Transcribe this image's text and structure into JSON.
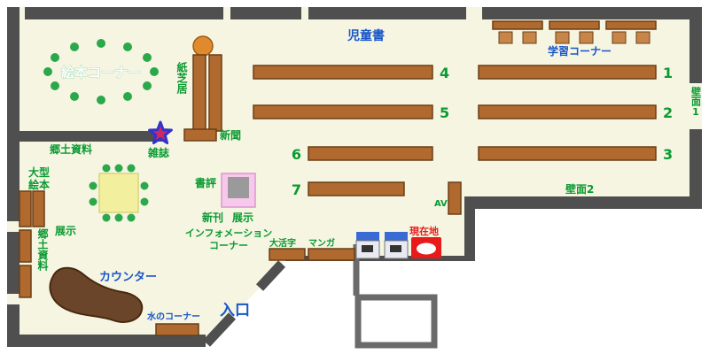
{
  "map": {
    "labels": {
      "children_books": "児童書",
      "study_corner": "学習コーナー",
      "picture_book_corner": "絵本コーナー",
      "kamishibai": "紙芝居",
      "newspaper": "新聞",
      "magazines": "雑誌",
      "local_materials_upper": "郷土資料",
      "large_picture_books_l1": "大型",
      "large_picture_books_l2": "絵本",
      "exhibit_left": "展示",
      "local_materials_side": "郷土資料",
      "counter": "カウンター",
      "water_corner": "水のコーナー",
      "entrance": "入口",
      "book_review": "書評",
      "new_arrivals": "新刊",
      "new_arrivals_exhibit": "展示",
      "information_l1": "インフォメーション",
      "information_l2": "コーナー",
      "large_print": "大活字",
      "manga": "マンガ",
      "av": "AV",
      "wall_1": "壁面1",
      "wall_2": "壁面2",
      "current_location": "現在地"
    },
    "shelf_numbers": [
      "1",
      "2",
      "3",
      "4",
      "5",
      "6",
      "7"
    ],
    "colors": {
      "floor": "#f5f5e2",
      "wall": "#4f4f4f",
      "shelf_brown": "#b06a30",
      "green_label": "#0a9a32",
      "blue_label": "#1a56c8",
      "red_label": "#e81a1a",
      "chair_dot_green": "#2aa84a",
      "table_yellow": "#f2ef9e",
      "exhibit_pink": "#f8c8ec",
      "counter_brown": "#6b452a",
      "round_table_orange": "#e08a2e",
      "marker_star_fill": "#d02860",
      "marker_star_stroke": "#3333cc",
      "machine_blue": "#3a6ad4"
    }
  }
}
